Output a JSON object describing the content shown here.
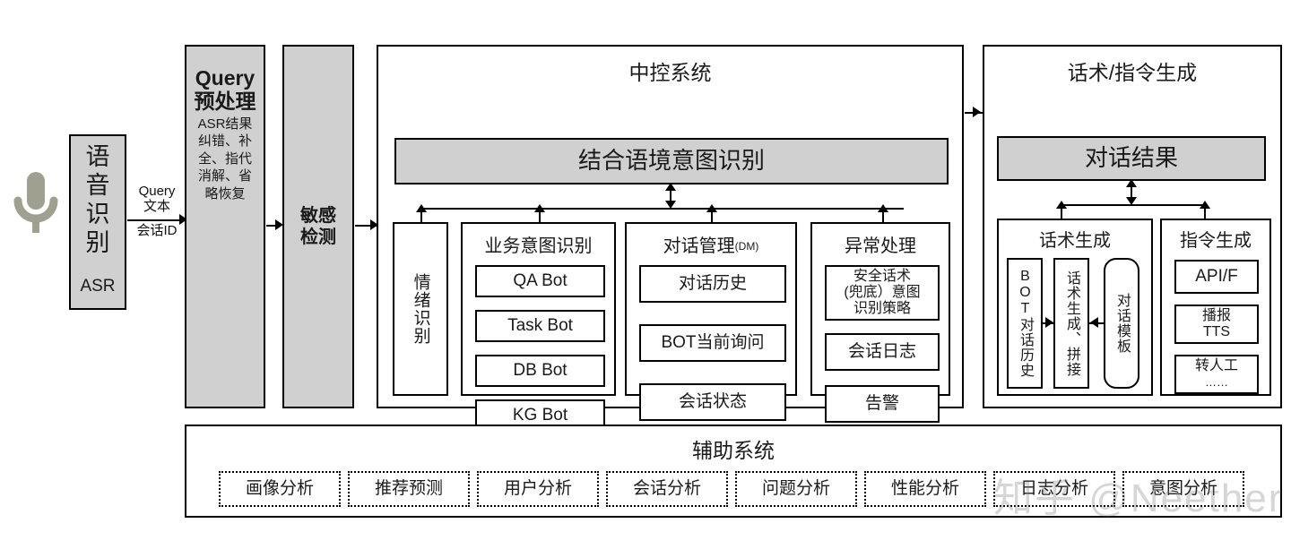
{
  "input": {
    "mic_icon": "microphone-icon",
    "asr": {
      "title": "语音\n识别",
      "subtitle": "ASR"
    },
    "edge": {
      "line1": "Query",
      "line2": "文本",
      "line3": "会话ID"
    }
  },
  "preprocess": {
    "title": "Query\n预处理",
    "body": "ASR结果纠错、补全、指代消解、省略恢复"
  },
  "sensitive": {
    "label": "敏感\n检测"
  },
  "central": {
    "title": "中控系统",
    "banner": "结合语境意图识别",
    "emotion": {
      "label": "情绪识别"
    },
    "business": {
      "title": "业务意图识别",
      "items": [
        "QA Bot",
        "Task Bot",
        "DB Bot",
        "KG Bot"
      ]
    },
    "dialog": {
      "title": "对话管理",
      "title_suffix": "(DM)",
      "items": [
        "对话历史",
        "BOT当前询问",
        "会话状态"
      ]
    },
    "exception": {
      "title": "异常处理",
      "items": [
        "安全话术\n(兜底）意图\n识别策略",
        "会话日志",
        "告警"
      ]
    }
  },
  "generation": {
    "title": "话术/指令生成",
    "banner": "对话结果",
    "script": {
      "title": "话术生成",
      "items": [
        "BOT对话历史",
        "话术生成、拼接",
        "对话模板"
      ]
    },
    "command": {
      "title": "指令生成",
      "items": [
        "API/F",
        "播报\nTTS",
        "转人工\n......"
      ]
    }
  },
  "auxiliary": {
    "title": "辅助系统",
    "items": [
      "画像分析",
      "推荐预测",
      "用户分析",
      "会话分析",
      "问题分析",
      "性能分析",
      "日志分析",
      "意图分析"
    ]
  },
  "watermark": {
    "text": "知乎 @Neether"
  },
  "colors": {
    "gray_fill": "#d0d0d0",
    "stroke": "#000000",
    "background": "#ffffff",
    "mic": "#a0a091"
  }
}
